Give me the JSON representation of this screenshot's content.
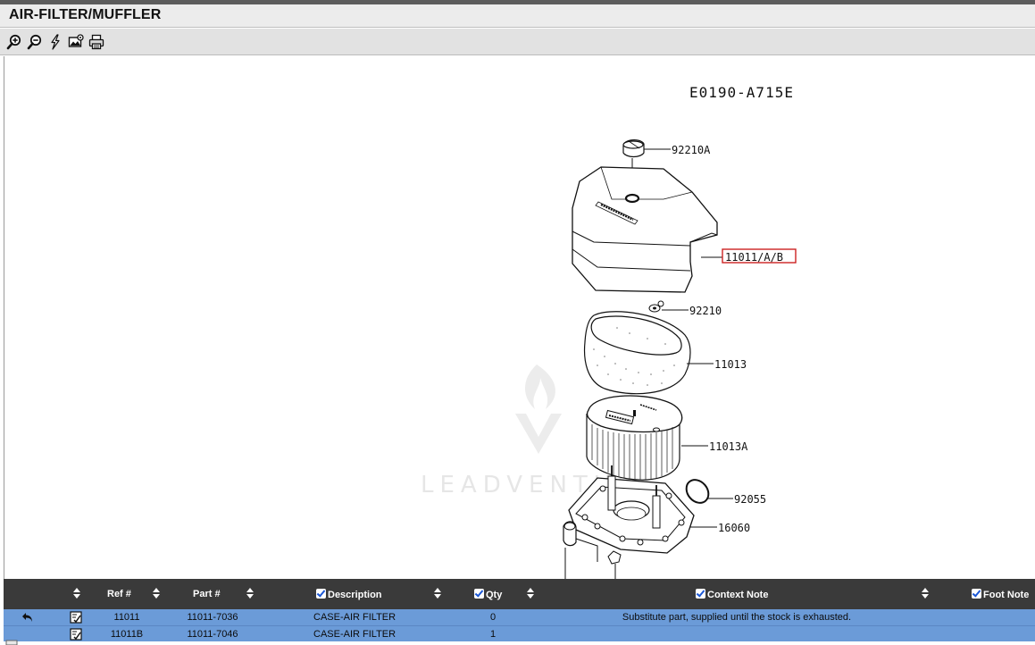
{
  "window": {
    "title": "AIR-FILTER/MUFFLER"
  },
  "toolbar": {
    "tools": [
      {
        "icon": "zoom-in-icon"
      },
      {
        "icon": "zoom-out-icon"
      },
      {
        "icon": "lightning-icon"
      },
      {
        "icon": "image-settings-icon"
      },
      {
        "icon": "print-icon"
      }
    ]
  },
  "diagram": {
    "code": "E0190-A715E",
    "labels": {
      "knob": "92210A",
      "case": "11011/A/B",
      "nut": "92210",
      "filter_outer": "11013",
      "filter_element": "11013A",
      "oring": "92055",
      "base": "16060"
    },
    "watermark": "LEADVENTURE",
    "highlight_color": "#cc2222"
  },
  "table": {
    "headers": {
      "ref": "Ref #",
      "part": "Part #",
      "description": "Description",
      "qty": "Qty",
      "context_note": "Context Note",
      "foot_note": "Foot Note"
    },
    "rows": [
      {
        "ref": "11011",
        "part": "11011-7036",
        "description": "CASE-AIR FILTER",
        "qty": "0",
        "context_note": "Substitute part, supplied until the stock is exhausted."
      },
      {
        "ref": "11011B",
        "part": "11011-7046",
        "description": "CASE-AIR FILTER",
        "qty": "1",
        "context_note": ""
      }
    ],
    "colors": {
      "header_bg": "#3a3a3a",
      "row_selected_bg": "#6b9bd8",
      "checkbox_mark": "#1a57d6"
    }
  }
}
